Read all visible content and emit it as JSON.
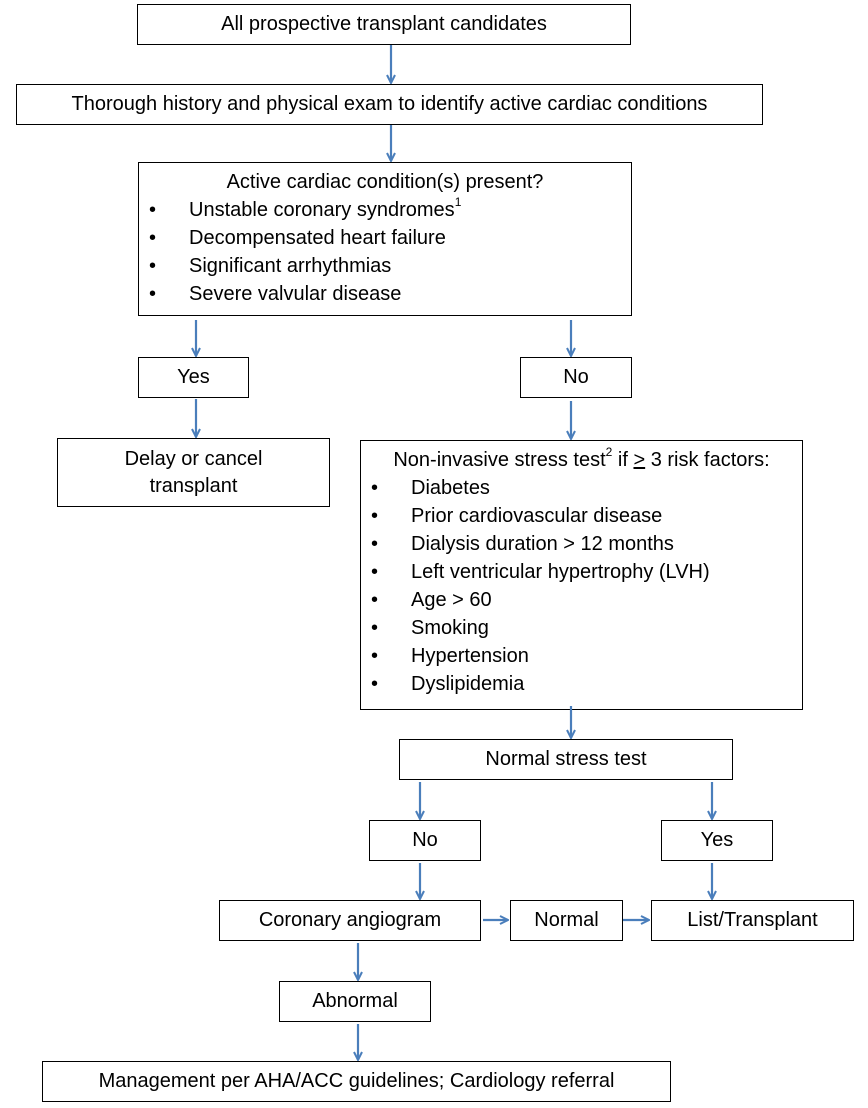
{
  "nodes": {
    "candidates": "All prospective transplant candidates",
    "history": "Thorough history and physical exam to identify active cardiac conditions",
    "active": {
      "title": "Active cardiac condition(s) present?",
      "items": [
        {
          "text": "Unstable coronary syndromes",
          "sup": "1"
        },
        {
          "text": "Decompensated heart failure"
        },
        {
          "text": "Significant arrhythmias"
        },
        {
          "text": "Severe valvular disease"
        }
      ]
    },
    "yes1": "Yes",
    "no1": "No",
    "delay": {
      "line1": "Delay or cancel",
      "line2": "transplant"
    },
    "stress": {
      "title_pre": "Non-invasive stress test",
      "title_sup": "2",
      "title_mid": " if ",
      "title_ge": ">",
      "title_post": " 3 risk factors:",
      "items": [
        "Diabetes",
        "Prior cardiovascular disease",
        "Dialysis duration > 12 months",
        "Left ventricular hypertrophy  (LVH)",
        "Age > 60",
        "Smoking",
        "Hypertension",
        "Dyslipidemia"
      ]
    },
    "normal_stress": "Normal stress test",
    "no2": "No",
    "yes2": "Yes",
    "angiogram": "Coronary angiogram",
    "normal": "Normal",
    "list": "List/Transplant",
    "abnormal": "Abnormal",
    "management": "Management per AHA/ACC guidelines; Cardiology referral"
  },
  "colors": {
    "arrow": "#4a7ebb",
    "border": "#000000"
  }
}
